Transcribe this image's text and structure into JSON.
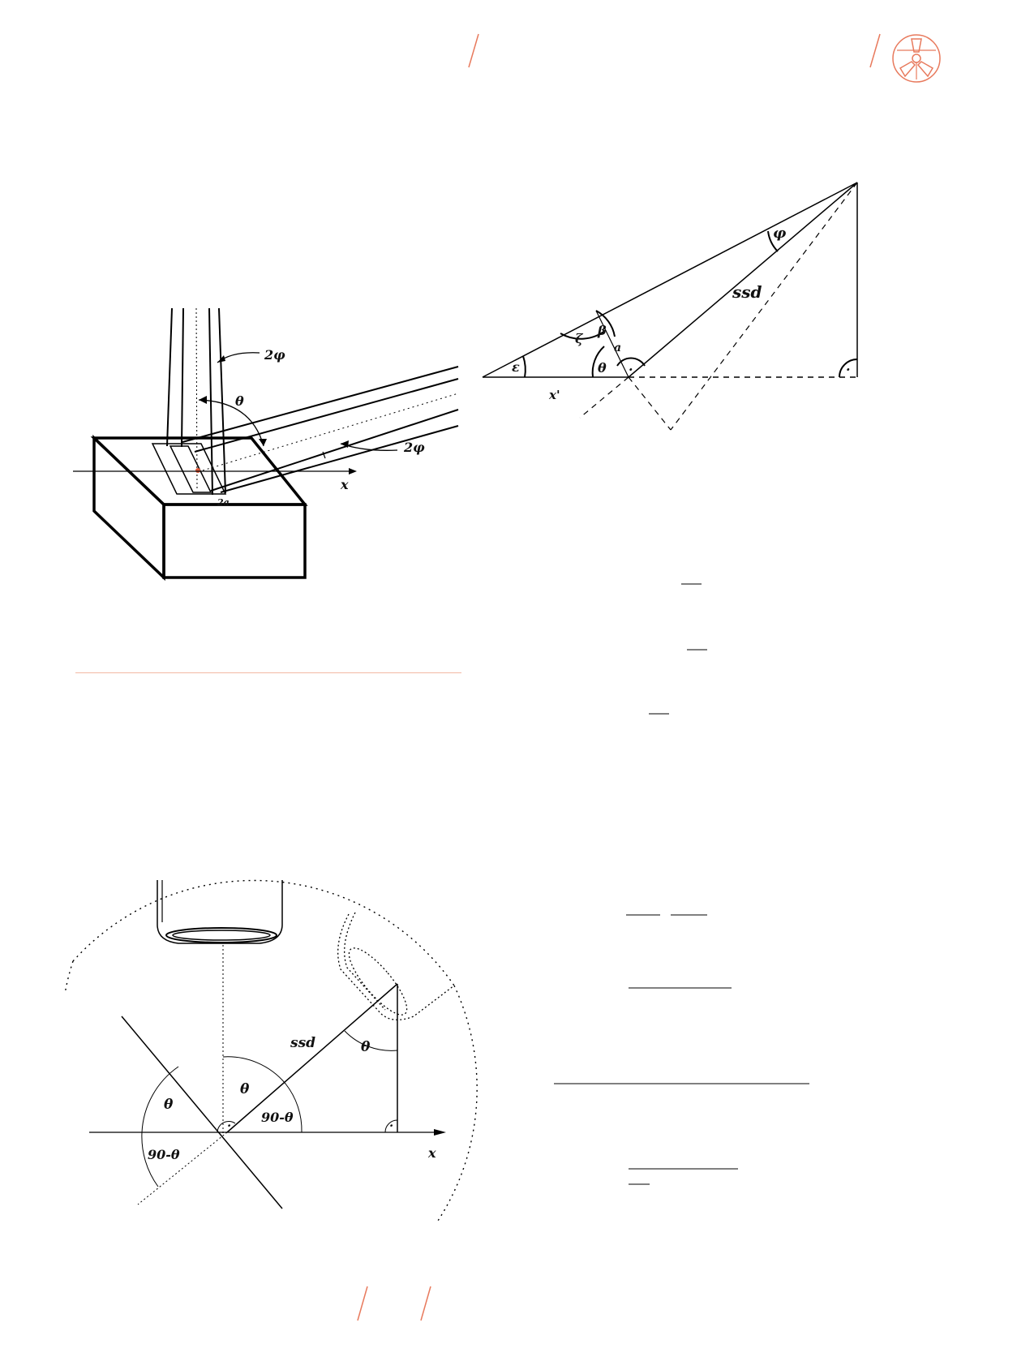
{
  "page": {
    "accent_color": "#e87a5d",
    "logo_icon": "radiation-trefoil-logo"
  },
  "figure_beam": {
    "label_2phi_top": "2φ",
    "label_theta": "θ",
    "label_2phi_right": "2φ",
    "label_x": "x",
    "label_2a": "2a"
  },
  "figure_triangle": {
    "label_phi": "φ",
    "label_ssd": "ssd",
    "label_beta": "β",
    "label_zeta": "ζ",
    "label_a": "a",
    "label_epsilon": "ε",
    "label_theta": "θ",
    "label_xprime": "x'",
    "label_right_angle_dot": "·"
  },
  "figure_circle": {
    "label_ssd": "ssd",
    "label_theta_right": "θ",
    "label_theta_center": "θ",
    "label_90_theta_right": "90-θ",
    "label_theta_left": "θ",
    "label_90_theta_left": "90-θ",
    "label_x": "x",
    "label_right_angle_dot": "·"
  }
}
